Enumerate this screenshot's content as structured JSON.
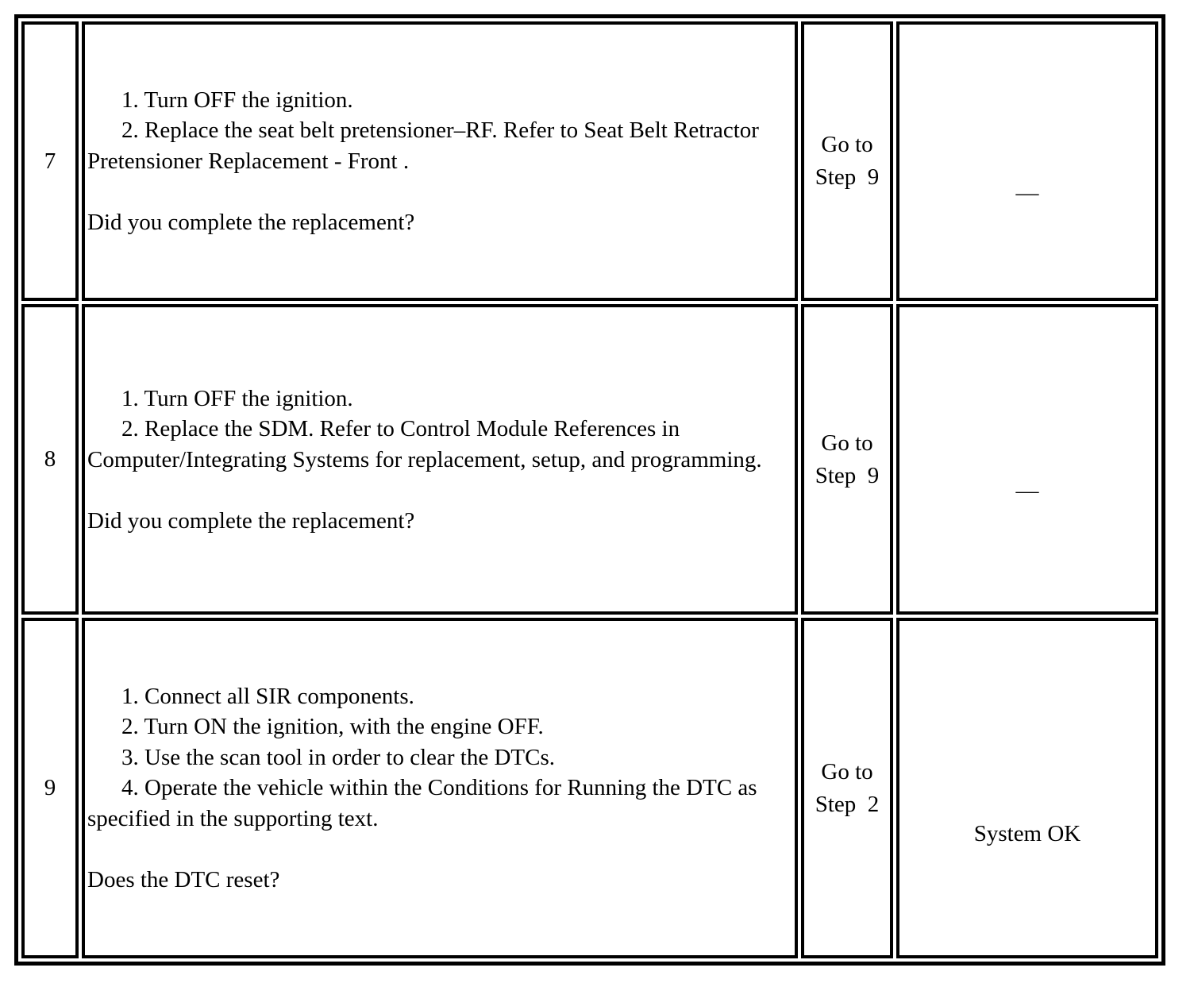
{
  "rows": [
    {
      "step": "7",
      "actions": [
        "1. Turn OFF the ignition.",
        "2. Replace the seat belt pretensioner–RF. Refer to Seat Belt Retractor Pretensioner Replacement - Front ."
      ],
      "question": "Did you complete the replacement?",
      "yes": [
        "Go to",
        "Step  9"
      ],
      "no": "—"
    },
    {
      "step": "8",
      "actions": [
        "1. Turn OFF the ignition.",
        "2. Replace the SDM. Refer to Control Module References in Computer/Integrating Systems for replacement, setup, and programming."
      ],
      "question": "Did you complete the replacement?",
      "yes": [
        "Go to",
        "Step  9"
      ],
      "no": "—"
    },
    {
      "step": "9",
      "actions": [
        "1. Connect all SIR components.",
        "2. Turn ON the ignition, with the engine OFF.",
        "3. Use the scan tool in order to clear the DTCs.",
        "4. Operate the vehicle within the Conditions for Running the DTC as specified in the supporting text."
      ],
      "question": "Does the DTC reset?",
      "yes": [
        "Go to",
        "Step  2"
      ],
      "no": "System OK"
    }
  ]
}
